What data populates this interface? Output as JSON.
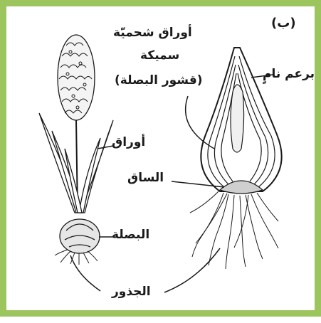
{
  "figure": {
    "panel_label": "(ب)",
    "labels": {
      "thick_leaves_line1": "أوراق شحميّة",
      "thick_leaves_line2": "سميكة",
      "thick_leaves_line3": "(قشور البصلة)",
      "dormant_bud": "برعم نامٍ",
      "leaves": "أوراق",
      "stem": "الساق",
      "bulb": "البصلة",
      "roots": "الجذور"
    }
  }
}
